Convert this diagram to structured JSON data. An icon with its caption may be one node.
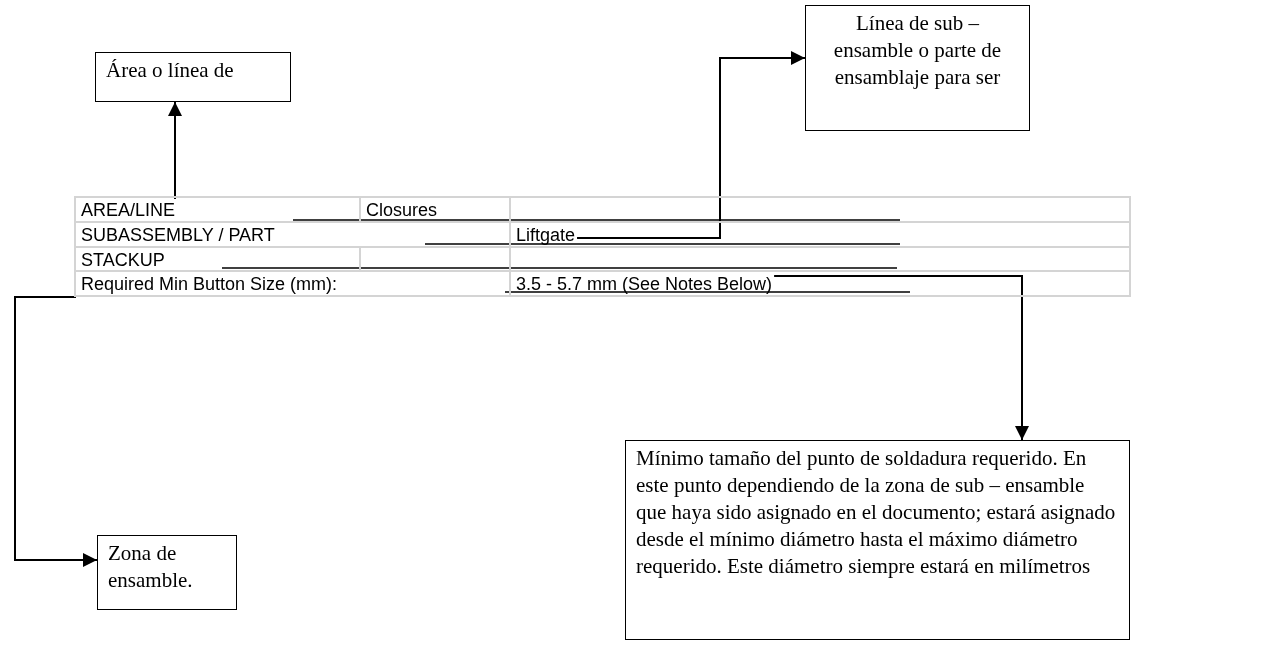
{
  "diagram": {
    "nodes": [
      {
        "text": [
          "Área o línea de"
        ]
      },
      {
        "text": [
          "Línea de sub – ensamble o parte de ensamblaje para ser"
        ]
      },
      {
        "text": [
          "AREA/LINE"
        ]
      },
      {
        "text": [
          "Liftgate"
        ]
      },
      {
        "text": [
          "Required Min Button Size (mm):"
        ]
      },
      {
        "text": [
          "3.5 - 5.7 mm (See Notes Below)"
        ]
      },
      {
        "text": [
          "Zona de ensamble."
        ]
      },
      {
        "text": [
          "Mínimo tamaño del punto de soldadura requerido. En este punto dependiendo de la zona de sub – ensamble que haya sido asignado en el documento; estará asignado desde el mínimo diámetro hasta el máximo diámetro requerido. Este diámetro siempre estará en milímetros"
        ]
      }
    ],
    "edges": [
      {
        "from": 2,
        "to": 0,
        "arrow": "to"
      },
      {
        "from": 3,
        "to": 1,
        "arrow": "to"
      },
      {
        "from": 5,
        "to": 7,
        "arrow": "to"
      },
      {
        "from": 4,
        "to": 6,
        "arrow": "to"
      }
    ],
    "labels": [
      "Closures",
      "SUBASSEMBLY / PART",
      "STACKUP"
    ]
  }
}
